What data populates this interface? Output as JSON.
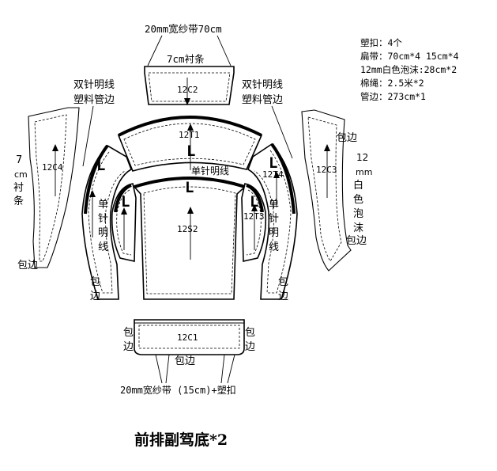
{
  "title": "前排副驾底*2",
  "notes": [
    "塑扣：4个",
    "扁带：70cm*4  15cm*4",
    "12mm白色泡沫:28cm*2",
    "棉绳：2.5米*2",
    "管边：273cm*1"
  ],
  "pieces": {
    "c1": "12C1",
    "c2": "12C2",
    "c3": "12C3",
    "c4": "12C4",
    "t1": "12T1",
    "t3": "12T3",
    "t4": "12T4",
    "s2": "12S2"
  },
  "markers": {
    "l": "L"
  },
  "labels": {
    "top_band": "20mm宽纱带70cm",
    "liner_7cm": "7cm衬条",
    "double_needle_left": [
      "双针明线",
      "塑料管边"
    ],
    "double_needle_right": [
      "双针明线",
      "塑料管边"
    ],
    "single_needle": "单针明线",
    "single_needle_vertical": [
      "单",
      "针",
      "明",
      "线"
    ],
    "liner_7cm_vertical": [
      "7",
      "cm",
      "衬",
      "条"
    ],
    "binding": "包边",
    "binding_vertical": [
      "包",
      "边"
    ],
    "foam_vertical": [
      "12",
      "mm",
      "白",
      "色",
      "泡",
      "沫"
    ],
    "bottom_band": "20mm宽纱带  (15cm)+塑扣"
  }
}
